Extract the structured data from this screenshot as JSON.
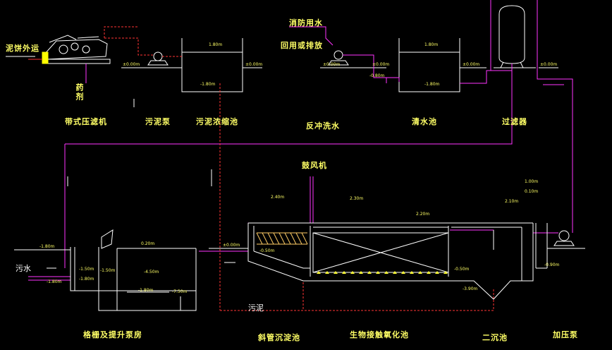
{
  "colors": {
    "background": "#000000",
    "structure": "#ffffff",
    "label": "#ffff66",
    "pipe_water": "#ff33ff",
    "pipe_sludge": "#ff3333",
    "pipe_air": "#ff33ff",
    "hatch": "#ffcc66"
  },
  "top_labels": {
    "sludge_out": "泥饼外运",
    "fire_water": "消防用水",
    "reuse_discharge": "回用或排放",
    "reagent": "药剂",
    "belt_press": "带式压滤机",
    "sludge_pump": "污泥泵",
    "thickener": "污泥浓缩池",
    "backwash": "反冲洗水",
    "clear_water_tank": "清水池",
    "filter": "过滤器"
  },
  "bottom_labels": {
    "blower": "鼓风机",
    "sewage": "污水",
    "sludge": "污泥",
    "screen_pump_room": "格栅及提升泵房",
    "inclined_tube_settler": "斜管沉淀池",
    "bio_contact_oxidation": "生物接触氧化池",
    "secondary_clarifier": "二沉池",
    "booster_pump": "加压泵"
  },
  "elevations": {
    "e1": "±0.00m",
    "e2": "±0.00m",
    "e3": "±0.00m",
    "e4": "±0.00m",
    "e5": "±0.00m",
    "e6": "±0.00m",
    "e7": "±0.00m",
    "thick_top": "1.80m",
    "thick_bot": "-1.80m",
    "clear_top": "1.80m",
    "clear_bot": "-1.80m",
    "pump2_low": "-0.80m",
    "settler_top": "2.40m",
    "bio_top": "2.30m",
    "bio_water": "2.20m",
    "clar_a": "1.00m",
    "clar_b": "0.10m",
    "clar_c": "2.10m",
    "pump_room_top": "0.20m",
    "pump_room_a": "-1.50m",
    "pump_room_b": "-1.80m",
    "pump_room_c": "-1.50m",
    "pump_room_d": "-4.50m",
    "pump_room_e": "-1.80m",
    "pump_room_f": "-7.50m",
    "pump_room_g": "-1.80m",
    "sewage_in": "-1.80m",
    "settler_low": "-0.50m",
    "bio_low": "-0.50m",
    "clar_low": "-3.90m",
    "clar_out": "-0.90m"
  }
}
